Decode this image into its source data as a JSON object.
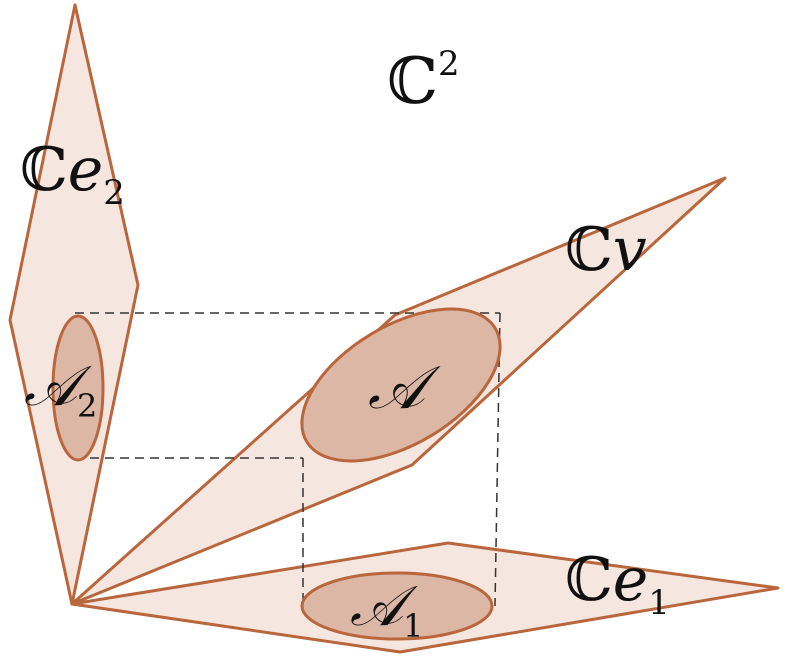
{
  "colors": {
    "plane_fill": "#f5e6e0",
    "plane_stroke": "#b9663d",
    "set_fill": "#dcb7a6",
    "set_stroke": "#b9663d",
    "dashed": "#333333"
  },
  "labels": {
    "space": {
      "base": "ℂ",
      "sup": "2"
    },
    "line_e2": {
      "base": "ℂ",
      "var": "e",
      "sub": "2"
    },
    "line_v": {
      "base": "ℂ",
      "var": "v"
    },
    "line_e1": {
      "base": "ℂ",
      "var": "e",
      "sub": "1"
    },
    "set_a": {
      "base": "𝒜"
    },
    "set_a2": {
      "base": "𝒜",
      "sub": "2"
    },
    "set_a1": {
      "base": "𝒜",
      "sub": "1"
    }
  }
}
